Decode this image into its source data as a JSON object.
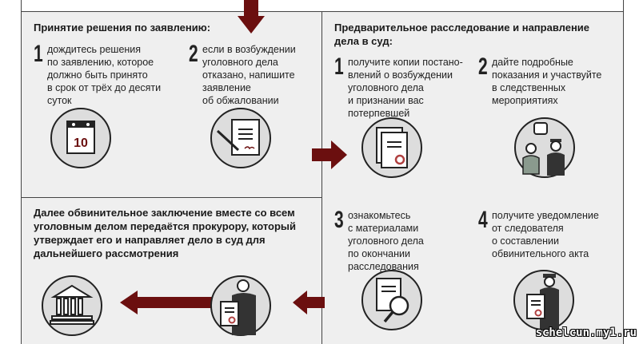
{
  "left_top": {
    "heading": "Принятие решения по заявлению:",
    "steps": [
      {
        "num": "1",
        "text": "дождитесь решения\nпо заявлению, которое\nдолжно быть принято\nв срок от трёх до десяти\nсуток"
      },
      {
        "num": "2",
        "text": "если в возбуждении\nуголовного дела\nотказано, напишите\nзаявление\nоб обжаловании"
      }
    ],
    "calendar_day": "10"
  },
  "right": {
    "heading": "Предварительное расследование и направление\nдела в суд:",
    "steps": [
      {
        "num": "1",
        "text": "получите копии постано-\nвлений о возбуждении\nуголовного дела\nи признании вас\nпотерпевшей"
      },
      {
        "num": "2",
        "text": "дайте подробные\nпоказания и участвуйте\nв следственных\nмероприятиях"
      },
      {
        "num": "3",
        "text": "ознакомьтесь\nс материалами\nуголовного дела\nпо окончании\nрасследования"
      },
      {
        "num": "4",
        "text": "получите уведомление\nот следователя\nо составлении\nобвинительного акта"
      }
    ]
  },
  "left_bottom": {
    "heading": "Далее обвинительное заключение вместе со всем\nуголовным делом передаётся прокурору, который\nутверждает его и направляет дело в суд для\nдальнейшего рассмотрения"
  },
  "watermark": "schelcun.my1.ru",
  "colors": {
    "accent": "#6b0f0f",
    "panel": "#efefef",
    "line": "#444444"
  }
}
